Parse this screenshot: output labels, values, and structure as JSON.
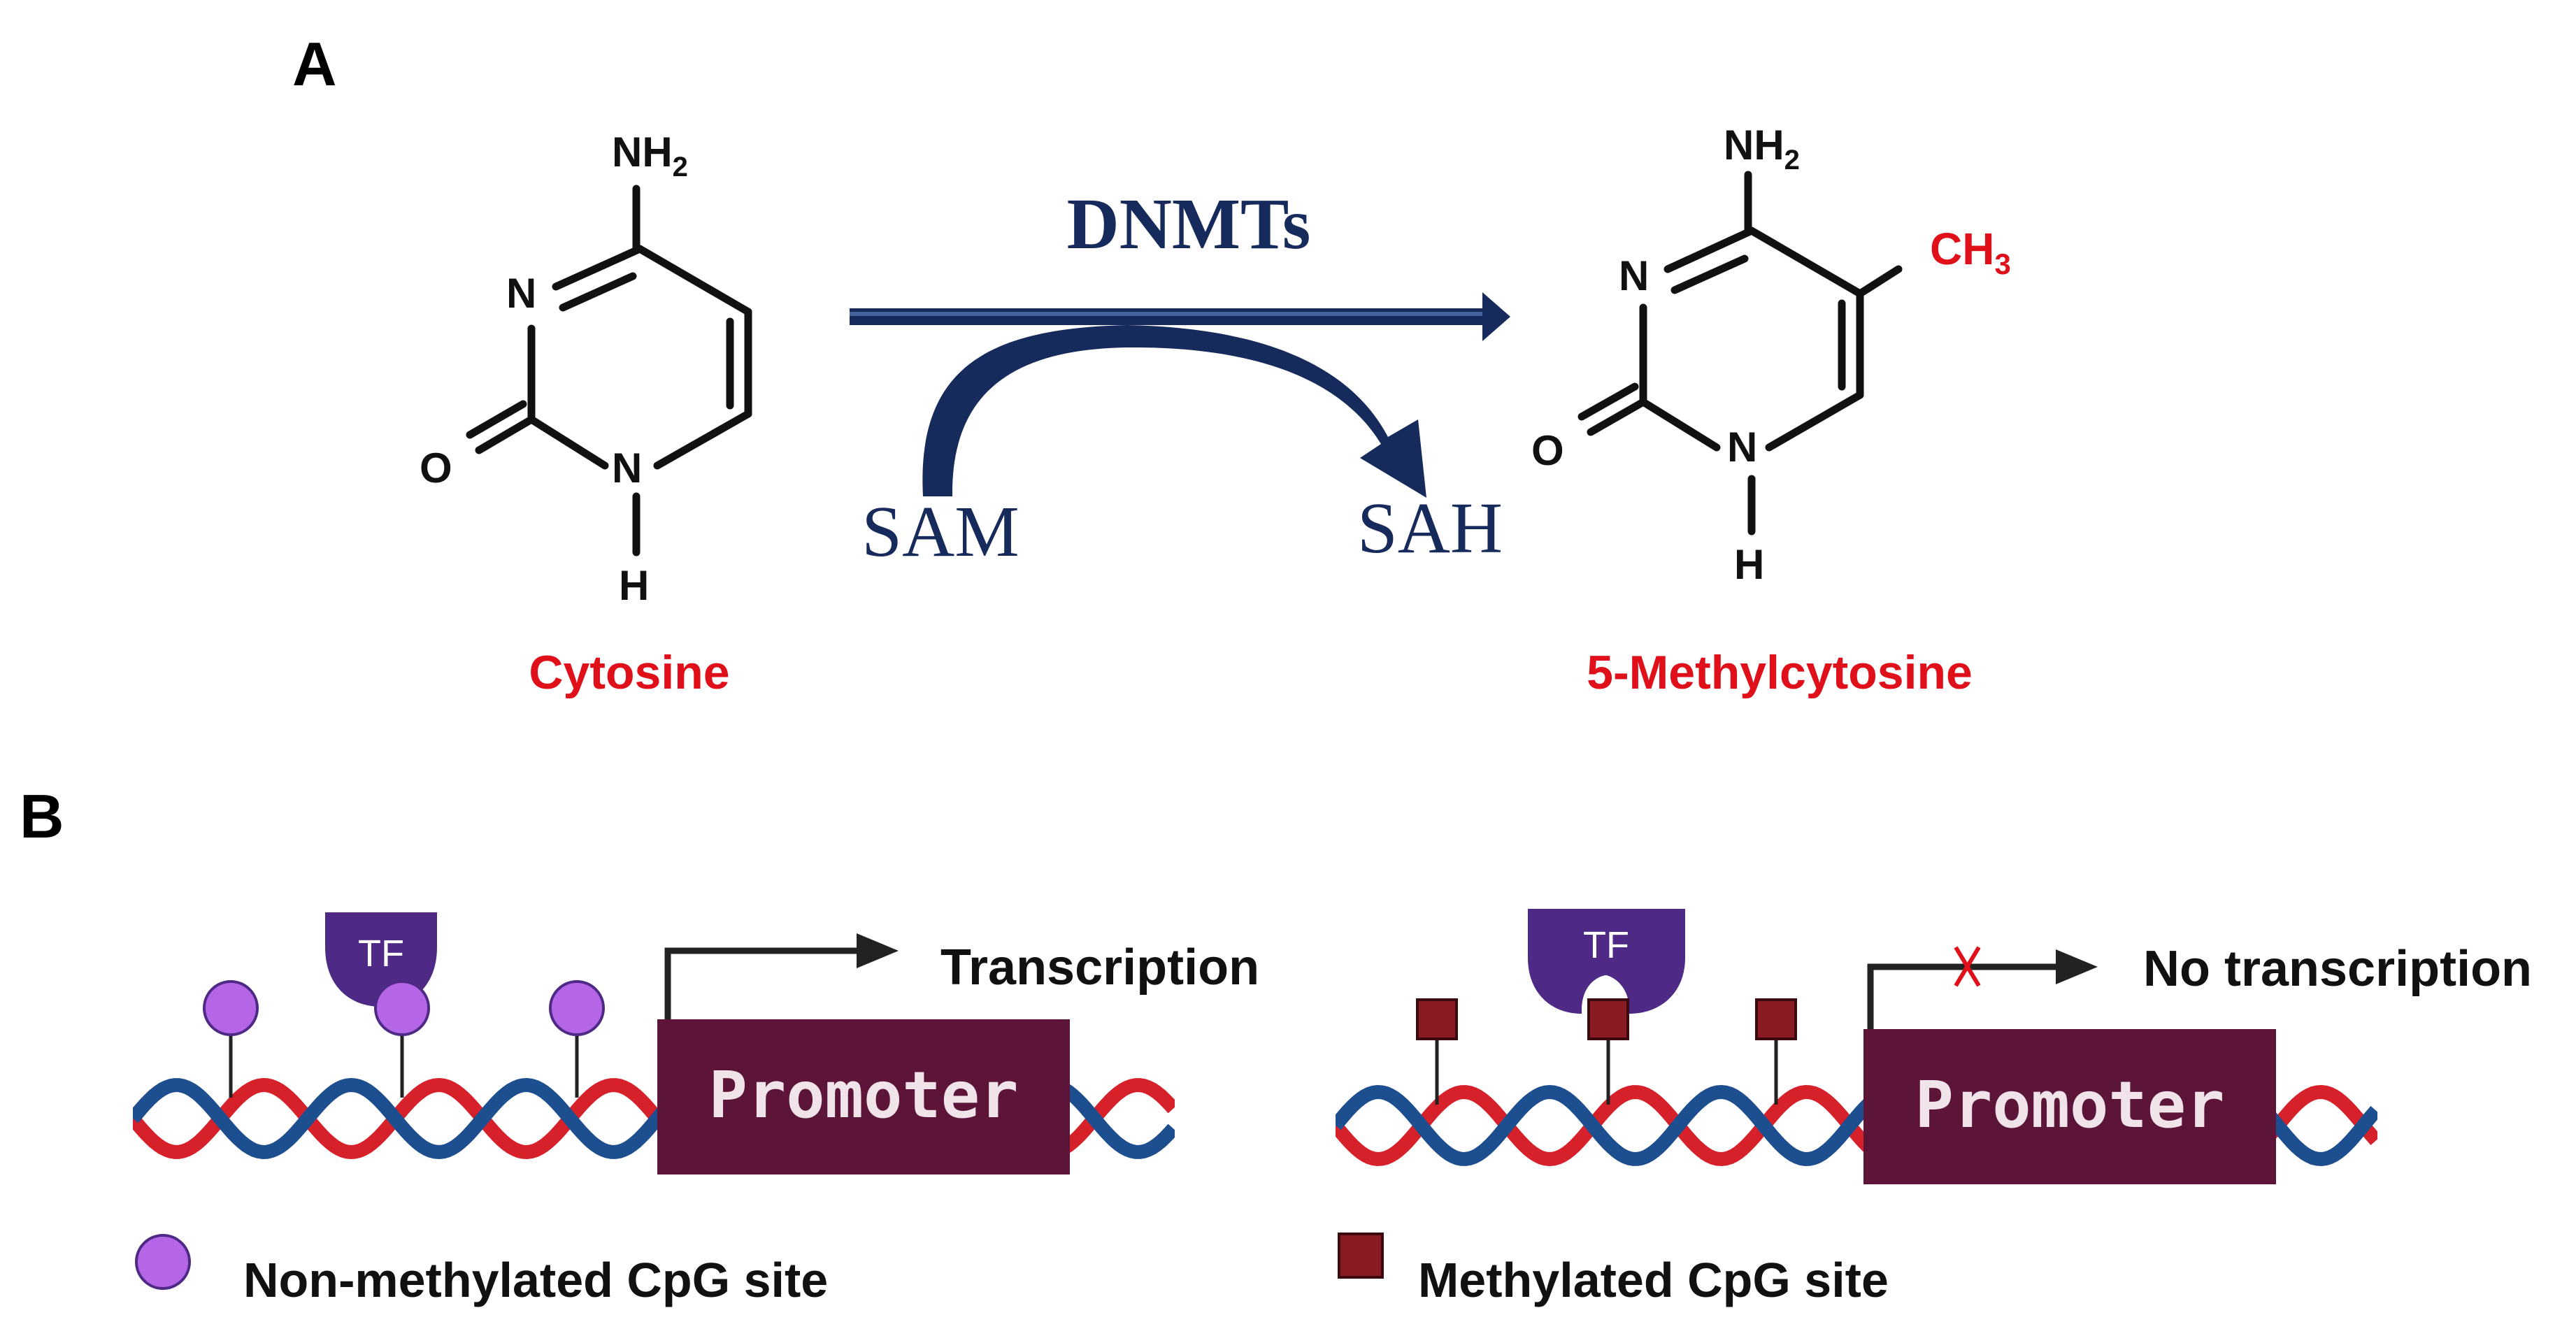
{
  "panel_labels": {
    "a": "A",
    "b": "B"
  },
  "reaction": {
    "enzyme": "DNMTs",
    "donor": "SAM",
    "product_cofactor": "SAH",
    "substrate_name": "Cytosine",
    "product_name": "5-Methylcytosine",
    "atoms": {
      "amine": "NH",
      "amine_sub": "2",
      "nitrogen": "N",
      "oxygen": "O",
      "hydrogen": "H",
      "methyl": "CH",
      "methyl_sub": "3"
    }
  },
  "promoter_panels": {
    "left": {
      "tf_label": "TF",
      "promoter_label": "Promoter",
      "outcome": "Transcription"
    },
    "right": {
      "tf_label": "TF",
      "promoter_label": "Promoter",
      "outcome": "No transcription"
    }
  },
  "legend": {
    "non_methylated": "Non-methylated CpG site",
    "methylated": "Methylated CpG site"
  },
  "colors": {
    "arrow_navy": "#172a5c",
    "label_red": "#e0101a",
    "strand_red": "#d6202a",
    "strand_blue": "#1d4e8f",
    "tf_purple": "#4e2a86",
    "cpg_lilac": "#b566e6",
    "cpg_maroon": "#8a1b22",
    "promoter_box": "#5c1538",
    "promoter_text": "#f0e4ea"
  },
  "icons": [
    "curved-arrow-icon",
    "transcription-arrow-icon",
    "blocked-transcription-icon"
  ]
}
